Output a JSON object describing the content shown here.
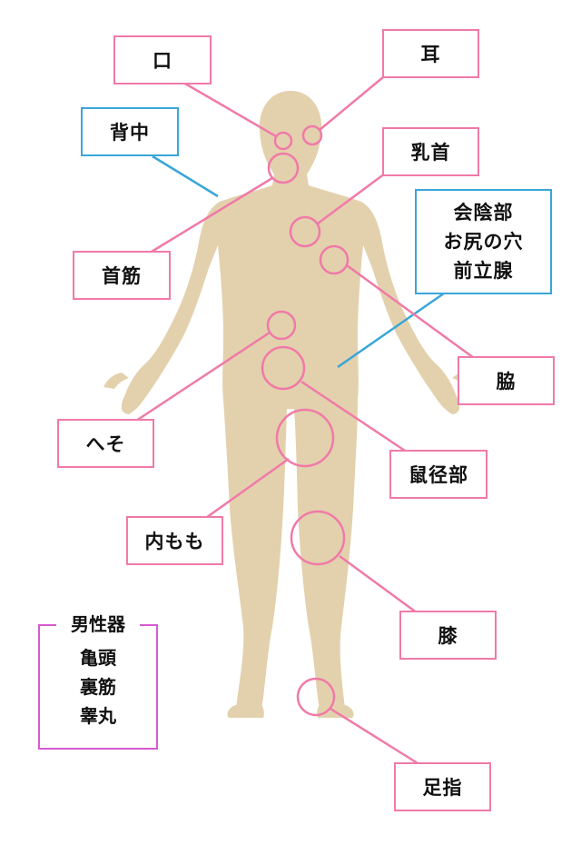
{
  "colors": {
    "body": "#e3d1ad",
    "marker": "#f07aa8",
    "connector_pink": "#f07aa8",
    "connector_blue": "#3aa6d8",
    "group": "#d65bd1"
  },
  "labels": {
    "mouth": "口",
    "ear": "耳",
    "back": "背中",
    "nipple": "乳首",
    "neck": "首筋",
    "perineum_1": "会陰部",
    "perineum_2": "お尻の穴",
    "perineum_3": "前立腺",
    "armpit": "脇",
    "navel": "へそ",
    "groin": "鼠径部",
    "inner_thigh": "内もも",
    "knee": "膝",
    "toes": "足指"
  },
  "male_group": {
    "title": "男性器",
    "items": [
      "亀頭",
      "裏筋",
      "睾丸"
    ]
  }
}
